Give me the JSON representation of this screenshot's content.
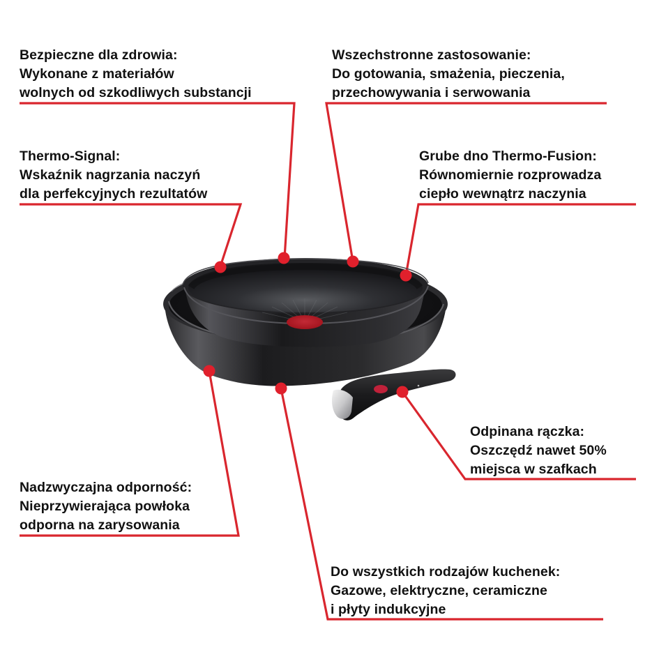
{
  "accent_color": "#d9262e",
  "product": {
    "description": "Two stacked black non-stick frying pans with red Thermo-Signal indicator and detachable handle"
  },
  "callouts": {
    "health": {
      "title": "Bezpieczne dla zdrowia:",
      "lines": [
        "Wykonane z materiałów",
        "wolnych od szkodliwych substancji"
      ]
    },
    "versatile": {
      "title": "Wszechstronne zastosowanie:",
      "lines": [
        "Do gotowania, smażenia, pieczenia,",
        "przechowywania i serwowania"
      ]
    },
    "thermo_signal": {
      "title": "Thermo-Signal:",
      "lines": [
        "Wskaźnik nagrzania naczyń",
        "dla perfekcyjnych rezultatów"
      ]
    },
    "thermo_fusion": {
      "title": "Grube dno Thermo-Fusion:",
      "lines": [
        "Równomiernie rozprowadza",
        "ciepło wewnątrz naczynia"
      ]
    },
    "handle": {
      "title": "Odpinana rączka:",
      "lines": [
        "Oszczędź nawet 50%",
        "miejsca w szafkach"
      ]
    },
    "resistance": {
      "title": "Nadzwyczajna odporność:",
      "lines": [
        "Nieprzywierająca powłoka",
        "odporna na zarysowania"
      ]
    },
    "hobs": {
      "title": "Do wszystkich rodzajów kuchenek:",
      "lines": [
        "Gazowe, elektryczne, ceramiczne",
        "i płyty indukcyjne"
      ]
    }
  }
}
